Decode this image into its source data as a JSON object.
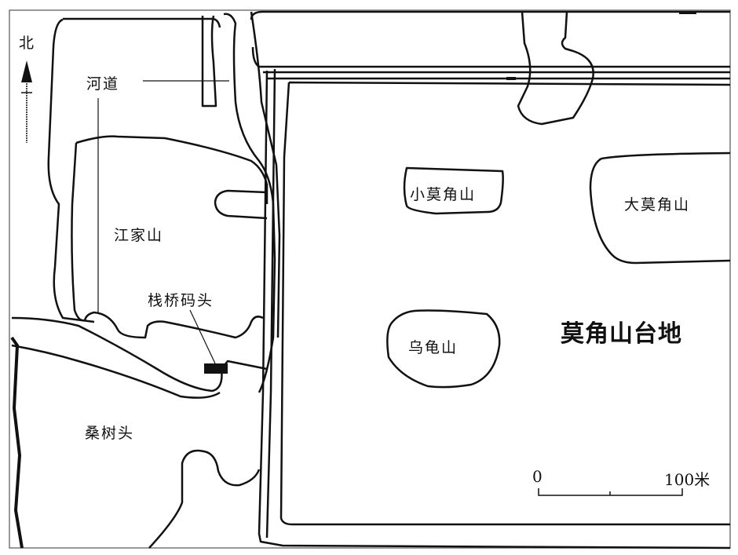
{
  "map": {
    "north_label": "北",
    "labels": {
      "river_channel": "河道",
      "jiangjiashan": "江家山",
      "trestle_dock": "栈桥码头",
      "sangshutou": "桑树头",
      "xiao_mojiaoshan": "小莫角山",
      "da_mojiaoshan": "大莫角山",
      "wuguishan": "乌龟山",
      "mojiaoshan_platform": "莫角山台地"
    },
    "scale_bar": {
      "start": "0",
      "end": "100米"
    },
    "colors": {
      "line": "#111111",
      "frame": "#777777",
      "background": "#ffffff"
    }
  }
}
